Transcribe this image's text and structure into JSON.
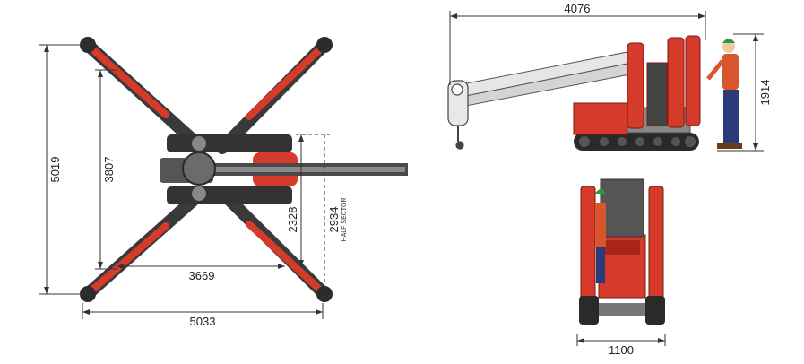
{
  "dimensions": {
    "top_view": {
      "overall_height": "5019",
      "inner_height": "3807",
      "inner_width": "3669",
      "overall_width": "5033",
      "half_height": "2328",
      "half_sector_height": "2934",
      "half_sector_label": "HALF SECTOR"
    },
    "side_view": {
      "length": "4076",
      "height": "1914"
    },
    "front_view": {
      "width": "1100"
    }
  },
  "colors": {
    "machine_red": "#d63a2a",
    "machine_dark_red": "#a82518",
    "track_dark": "#3a3a3a",
    "boom_grey": "#e6e6e6",
    "worker_shirt": "#d8552e",
    "worker_pants": "#2b3a78",
    "helmet": "#2f9a3a"
  }
}
